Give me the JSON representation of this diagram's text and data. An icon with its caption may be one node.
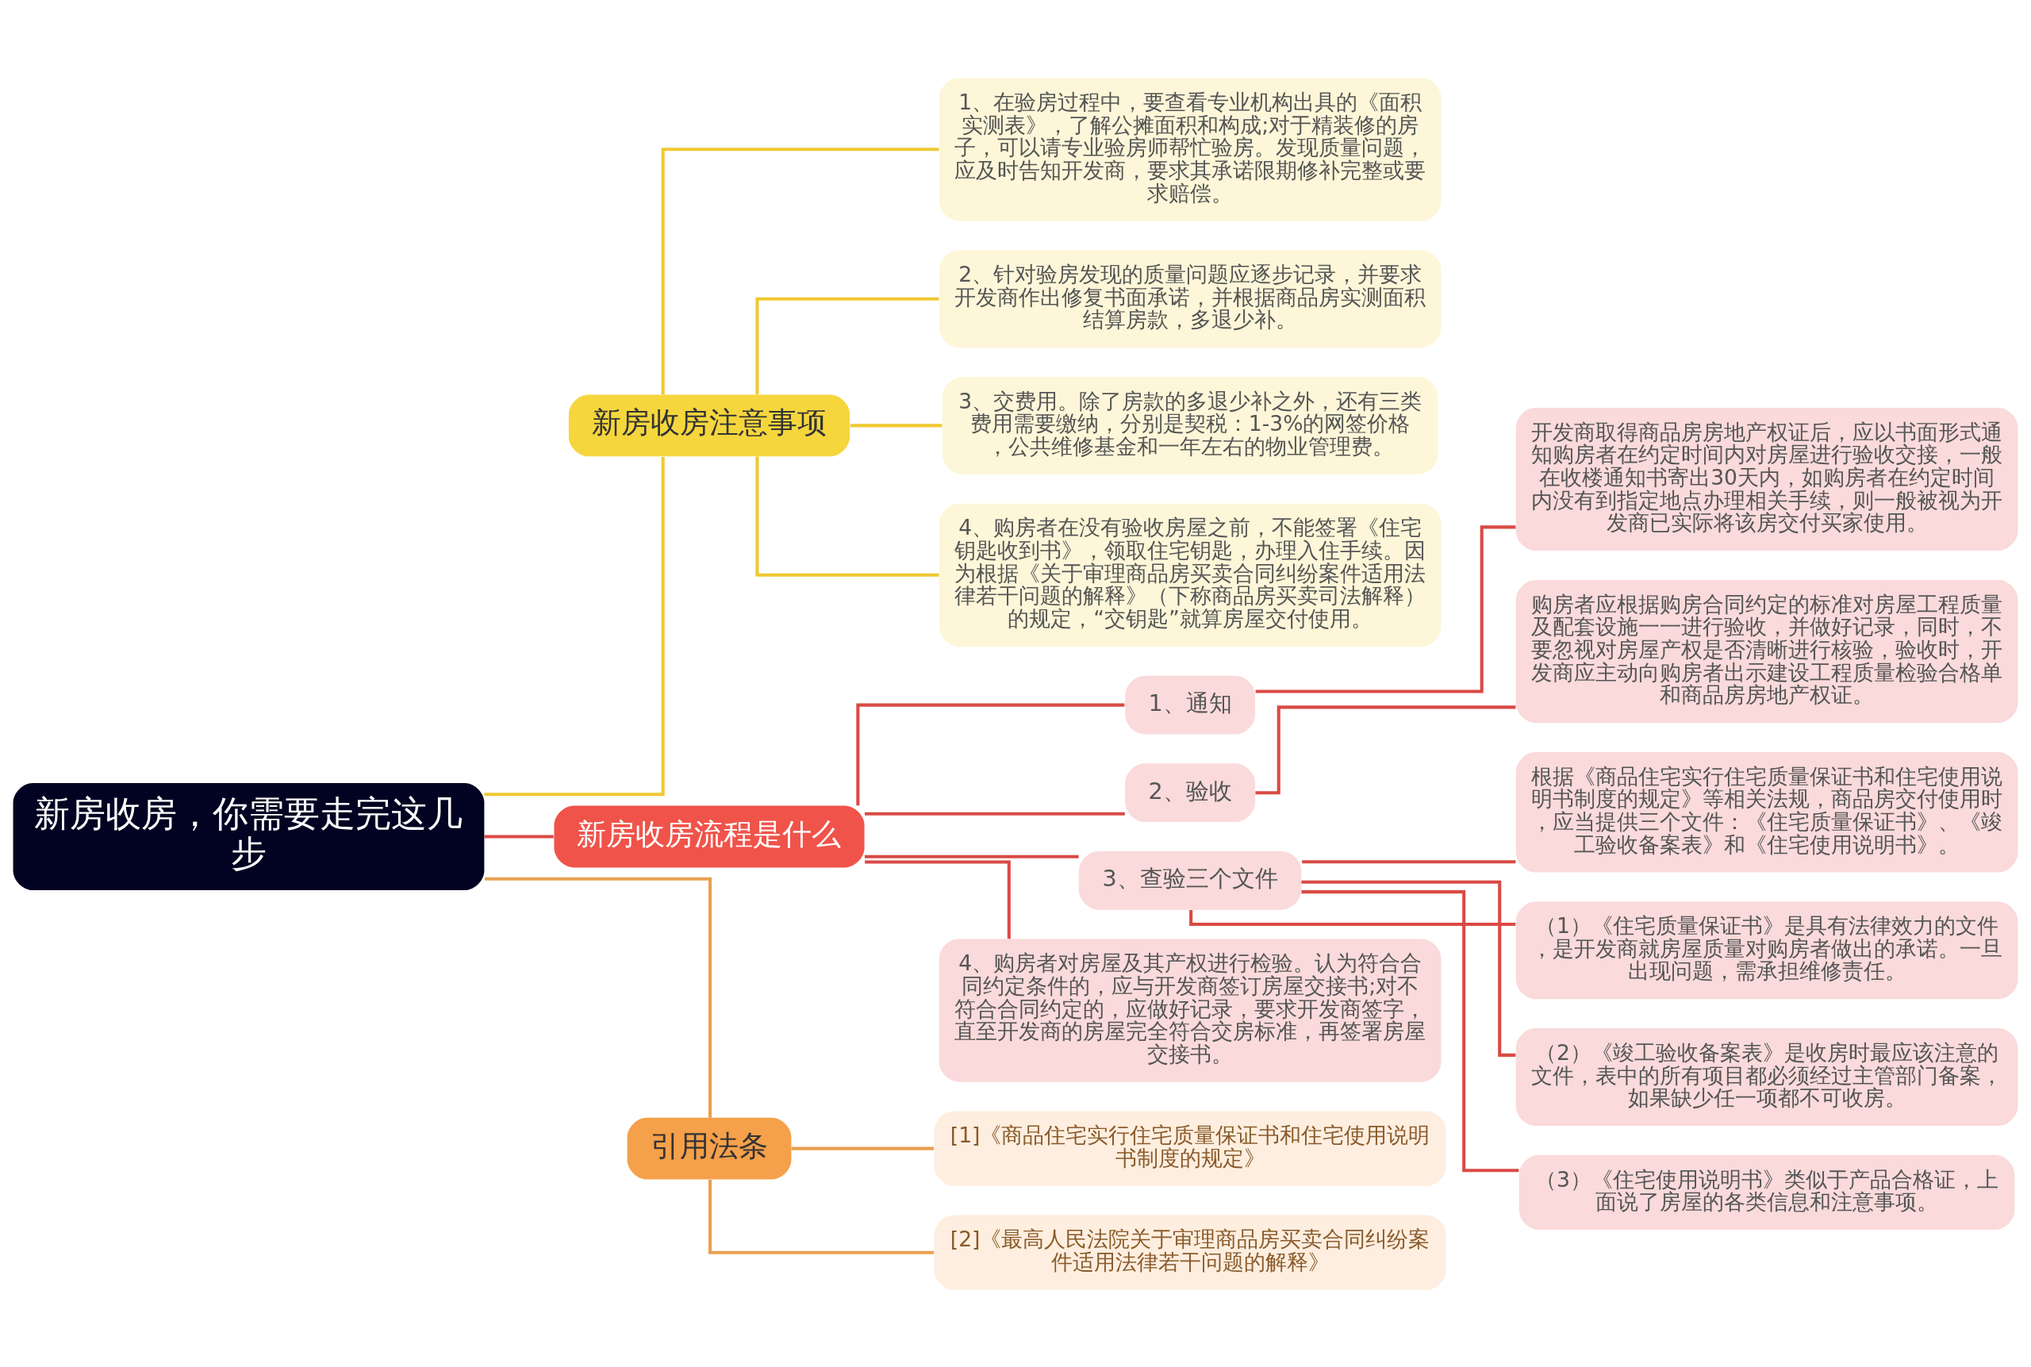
{
  "diagram": {
    "nodes": [
      {
        "text": [
          "新房收房，你需要走完这几步"
        ]
      },
      {
        "text": [
          "新房收房注意事项"
        ]
      },
      {
        "text": [
          "1、在验房过程中，要查看专业机构出具的《面积实测表》，了解公摊面积和构成;对于精装修的房子，可以请专业验房师帮忙验房。发现质量问题，应及时告知开发商，要求其承诺限期修补完整或要求赔偿。"
        ]
      },
      {
        "text": [
          "2、针对验房发现的质量问题应逐步记录，并要求开发商作出修复书面承诺，并根据商品房实测面积结算房款，多退少补。"
        ]
      },
      {
        "text": [
          "3、交费用。除了房款的多退少补之外，还有三类费用需要缴纳，分别是契税：1-3%的网签价格，公共维修基金和一年左右的物业管理费。"
        ]
      },
      {
        "text": [
          "4、购房者在没有验收房屋之前，不能签署《住宅钥匙收到书》，领取住宅钥匙，办理入住手续。因为根据《关于审理商品房买卖合同纠纷案件适用法律若干问题的解释》（下称商品房买卖司法解释）的规定，“交钥匙”就算房屋交付使用。"
        ]
      },
      {
        "text": [
          "新房收房流程是什么"
        ]
      },
      {
        "text": [
          "1、通知"
        ]
      },
      {
        "text": [
          "开发商取得商品房房地产权证后，应以书面形式通知购房者在约定时间内对房屋进行验收交接，一般在收楼通知书寄出30天内，如购房者在约定时间内没有到指定地点办理相关手续，则一般被视为开发商已实际将该房交付买家使用。"
        ]
      },
      {
        "text": [
          "2、验收"
        ]
      },
      {
        "text": [
          "购房者应根据购房合同约定的标准对房屋工程质量及配套设施一一进行验收，并做好记录，同时，不要忽视对房屋产权是否清晰进行核验，验收时，开发商应主动向购房者出示建设工程质量检验合格单和商品房房地产权证。"
        ]
      },
      {
        "text": [
          "3、查验三个文件"
        ]
      },
      {
        "text": [
          "根据《商品住宅实行住宅质量保证书和住宅使用说明书制度的规定》等相关法规，商品房交付使用时，应当提供三个文件：《住宅质量保证书》、《竣工验收备案表》和《住宅使用说明书》。"
        ]
      },
      {
        "text": [
          "（1）《住宅质量保证书》是具有法律效力的文件，是开发商就房屋质量对购房者做出的承诺。一旦出现问题，需承担维修责任。"
        ]
      },
      {
        "text": [
          "（2）《竣工验收备案表》是收房时最应该注意的文件，表中的所有项目都必须经过主管部门备案，如果缺少任一项都不可收房。"
        ]
      },
      {
        "text": [
          "（3）《住宅使用说明书》类似于产品合格证，上面说了房屋的各类信息和注意事项。"
        ]
      },
      {
        "text": [
          "4、购房者对房屋及其产权进行检验。认为符合合同约定条件的，应与开发商签订房屋交接书;对不符合合同约定的，应做好记录，要求开发商签字，直至开发商的房屋完全符合交房标准，再签署房屋交接书。"
        ]
      },
      {
        "text": [
          "引用法条"
        ]
      },
      {
        "text": [
          "[1]《商品住宅实行住宅质量保证书和住宅使用说明书制度的规定》"
        ]
      },
      {
        "text": [
          "[2]《最高人民法院关于审理商品房买卖合同纠纷案件适用法律若干问题的解释》"
        ]
      }
    ],
    "edges": [
      {
        "from": 0,
        "to": 1,
        "arrow": "none",
        "color": "#f0c832"
      },
      {
        "from": 1,
        "to": 2,
        "arrow": "none",
        "color": "#f0c832"
      },
      {
        "from": 1,
        "to": 3,
        "arrow": "none",
        "color": "#f0c832"
      },
      {
        "from": 1,
        "to": 4,
        "arrow": "none",
        "color": "#f0c832"
      },
      {
        "from": 1,
        "to": 5,
        "arrow": "none",
        "color": "#f0c832"
      },
      {
        "from": 0,
        "to": 6,
        "arrow": "none"
      },
      {
        "from": 6,
        "to": 7,
        "arrow": "none"
      },
      {
        "from": 7,
        "to": 8,
        "arrow": "none"
      },
      {
        "from": 6,
        "to": 9,
        "arrow": "none"
      },
      {
        "from": 9,
        "to": 10,
        "arrow": "none"
      },
      {
        "from": 6,
        "to": 11,
        "arrow": "none"
      },
      {
        "from": 11,
        "to": 12,
        "arrow": "none"
      },
      {
        "from": 11,
        "to": 13,
        "arrow": "none"
      },
      {
        "from": 11,
        "to": 14,
        "arrow": "none"
      },
      {
        "from": 11,
        "to": 15,
        "arrow": "none"
      },
      {
        "from": 6,
        "to": 16,
        "arrow": "none"
      },
      {
        "from": 0,
        "to": 17,
        "arrow": "none",
        "color": "#e8a050"
      },
      {
        "from": 17,
        "to": 18,
        "arrow": "none",
        "color": "#e8a050"
      },
      {
        "from": 17,
        "to": 19,
        "arrow": "none",
        "color": "#e8a050"
      }
    ]
  }
}
